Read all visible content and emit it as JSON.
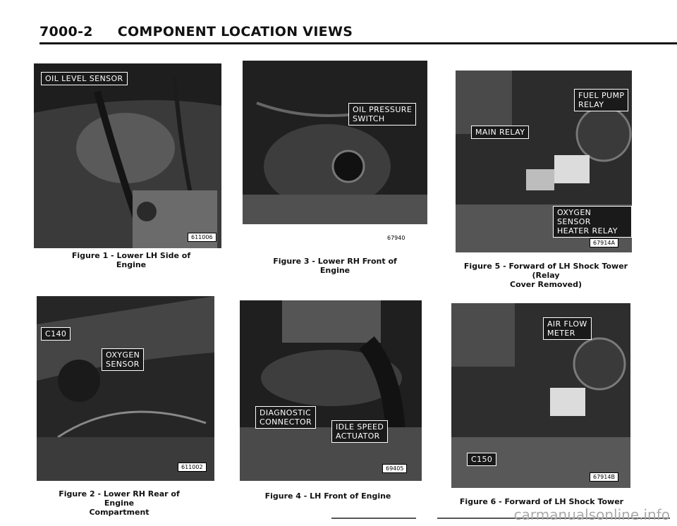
{
  "page": {
    "number": "7000-2",
    "title": "COMPONENT LOCATION VIEWS",
    "footer": "carmanualsonline.info"
  },
  "figures": [
    {
      "caption": "Figure 1 - Lower LH Side of Engine",
      "labels": [
        "OIL LEVEL SENSOR"
      ],
      "code": "611006"
    },
    {
      "caption": "Figure 3 - Lower RH Front of Engine",
      "labels": [
        "OIL PRESSURE\nSWITCH"
      ],
      "code": "67940"
    },
    {
      "caption": "Figure 5 - Forward of LH Shock Tower (Relay\nCover Removed)",
      "labels": [
        "FUEL PUMP\nRELAY",
        "MAIN RELAY",
        "OXYGEN SENSOR\nHEATER RELAY"
      ],
      "code": "67914A"
    },
    {
      "caption": "Figure 2 - Lower RH Rear of Engine\nCompartment",
      "labels": [
        "C140",
        "OXYGEN\nSENSOR"
      ],
      "code": "611002"
    },
    {
      "caption": "Figure 4 - LH Front of Engine",
      "labels": [
        "DIAGNOSTIC\nCONNECTOR",
        "IDLE SPEED\nACTUATOR"
      ],
      "code": "69405"
    },
    {
      "caption": "Figure 6 - Forward of LH Shock Tower",
      "labels": [
        "AIR FLOW\nMETER",
        "C150"
      ],
      "code": "67914B"
    }
  ]
}
